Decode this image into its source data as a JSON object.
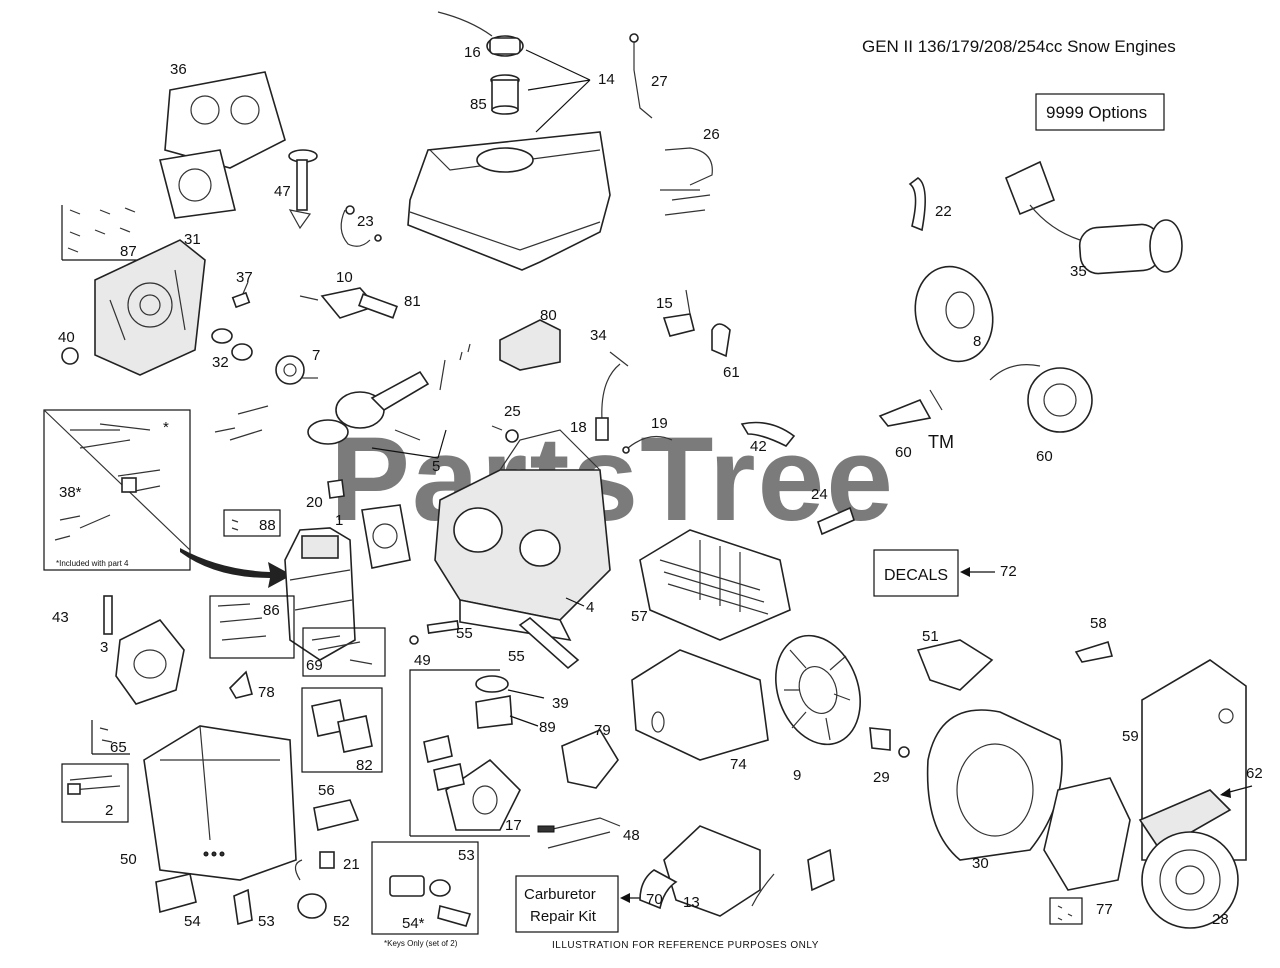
{
  "title": "GEN II 136/179/208/254cc Snow Engines",
  "options_label": "9999  Options",
  "decals_label": "DECALS",
  "carb_kit_label_line1": "Carburetor",
  "carb_kit_label_line2": "Repair Kit",
  "watermark": "PartsTree",
  "trademark": "TM",
  "included_note": "*Included with part 4",
  "keys_note": "*Keys Only (set of 2)",
  "footer_note": "ILLUSTRATION FOR REFERENCE PURPOSES ONLY",
  "callouts": {
    "c1": "1",
    "c2": "2",
    "c3": "3",
    "c4": "4",
    "c5": "5",
    "c7": "7",
    "c8": "8",
    "c9": "9",
    "c10": "10",
    "c13": "13",
    "c14": "14",
    "c15": "15",
    "c16": "16",
    "c17": "17",
    "c18": "18",
    "c19": "19",
    "c20": "20",
    "c21": "21",
    "c22": "22",
    "c23": "23",
    "c24": "24",
    "c25": "25",
    "c26": "26",
    "c27": "27",
    "c28": "28",
    "c29": "29",
    "c30": "30",
    "c31": "31",
    "c32": "32",
    "c34": "34",
    "c35": "35",
    "c36": "36",
    "c37": "37",
    "c38": "38*",
    "c39": "39",
    "c40": "40",
    "c42": "42",
    "c43": "43",
    "c47": "47",
    "c48": "48",
    "c49": "49",
    "c50": "50",
    "c51": "51",
    "c52": "52",
    "c53a": "53",
    "c53b": "53",
    "c54a": "54",
    "c54b": "54*",
    "c55a": "55",
    "c55b": "55",
    "c56": "56",
    "c57": "57",
    "c58": "58",
    "c59": "59",
    "c60a": "60",
    "c60b": "60",
    "c61": "61",
    "c62": "62",
    "c65": "65",
    "c69": "69",
    "c70": "70",
    "c72": "72",
    "c74": "74",
    "c77": "77",
    "c78": "78",
    "c79": "79",
    "c80": "80",
    "c81": "81",
    "c82": "82",
    "c85": "85",
    "c86": "86",
    "c87": "87",
    "c88": "88",
    "c89": "89",
    "star": "*"
  }
}
